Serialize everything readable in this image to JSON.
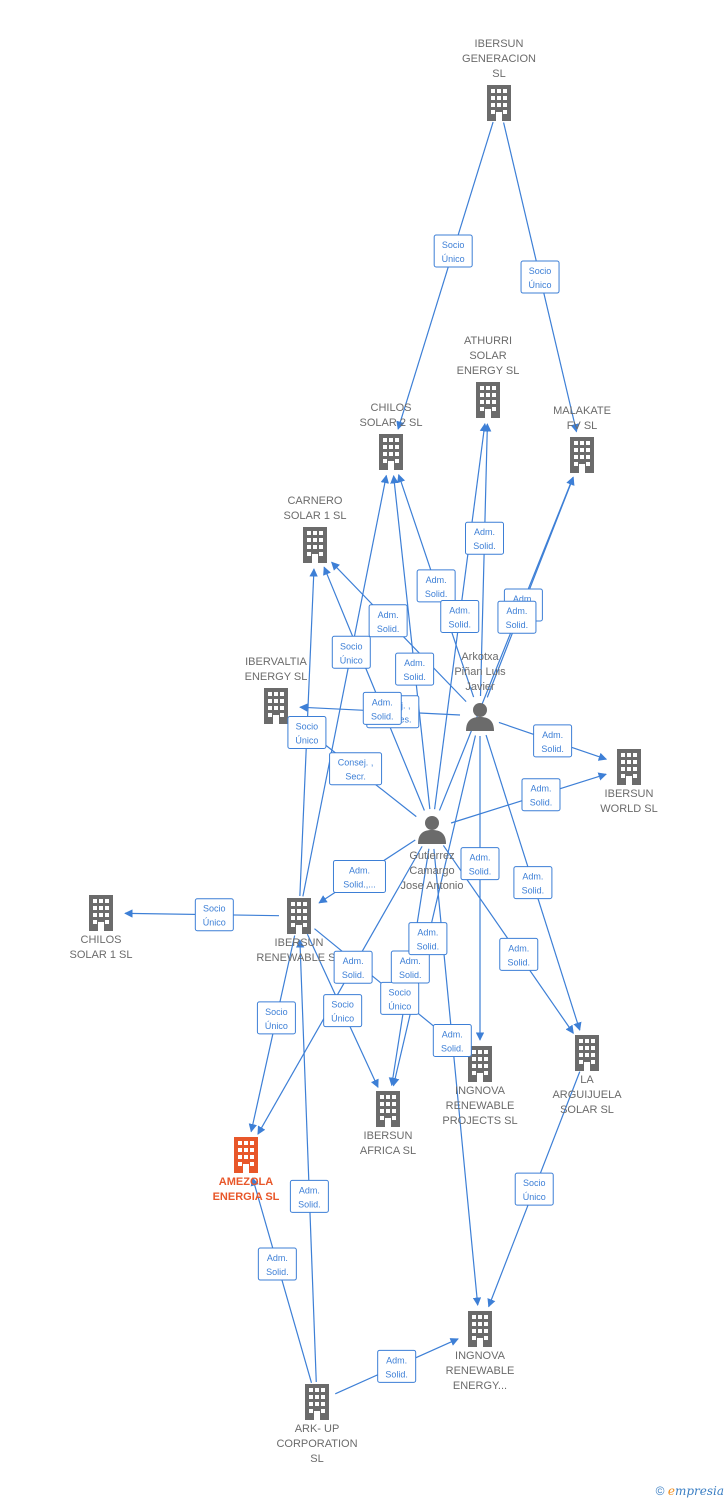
{
  "colors": {
    "edge": "#3d7fd6",
    "node": "#6b6b6b",
    "main": "#e8572a"
  },
  "nodes": [
    {
      "id": "ibersun_gen",
      "type": "company",
      "label": [
        "IBERSUN",
        "GENERACION",
        "SL"
      ]
    },
    {
      "id": "athurri",
      "type": "company",
      "label": [
        "ATHURRI",
        "SOLAR",
        "ENERGY  SL"
      ]
    },
    {
      "id": "chilos2",
      "type": "company",
      "label": [
        "CHILOS",
        "SOLAR 2  SL"
      ]
    },
    {
      "id": "malakate",
      "type": "company",
      "label": [
        "MALAKATE",
        "FV  SL"
      ]
    },
    {
      "id": "carnero",
      "type": "company",
      "label": [
        "CARNERO",
        "SOLAR 1  SL"
      ]
    },
    {
      "id": "ibervaltia",
      "type": "company",
      "label": [
        "IBERVALTIA",
        "ENERGY  SL"
      ]
    },
    {
      "id": "arkotxa",
      "type": "person",
      "label": [
        "Arkotxa",
        "Piñan Luis",
        "Javier"
      ]
    },
    {
      "id": "ibersun_world",
      "type": "company",
      "label": [
        "IBERSUN",
        "WORLD  SL"
      ]
    },
    {
      "id": "gutierrez",
      "type": "person",
      "label": [
        "Gutierrez",
        "Camargo",
        "Jose Antonio"
      ]
    },
    {
      "id": "chilos1",
      "type": "company",
      "label": [
        "CHILOS",
        "SOLAR 1  SL"
      ]
    },
    {
      "id": "ibersun_ren",
      "type": "company",
      "label": [
        "IBERSUN",
        "RENEWABLE  SL"
      ]
    },
    {
      "id": "ingnova_proj",
      "type": "company",
      "label": [
        "INGNOVA",
        "RENEWABLE",
        "PROJECTS  SL"
      ]
    },
    {
      "id": "arguijuela",
      "type": "company",
      "label": [
        "LA",
        "ARGUIJUELA",
        "SOLAR  SL"
      ]
    },
    {
      "id": "ibersun_africa",
      "type": "company",
      "label": [
        "IBERSUN",
        "AFRICA  SL"
      ]
    },
    {
      "id": "amezola",
      "type": "company",
      "main": true,
      "label": [
        "AMEZOLA",
        "ENERGIA  SL"
      ]
    },
    {
      "id": "ingnova_energy",
      "type": "company",
      "label": [
        "INGNOVA",
        "RENEWABLE",
        "ENERGY..."
      ]
    },
    {
      "id": "arkup",
      "type": "company",
      "label": [
        "ARK- UP",
        "CORPORATION",
        "SL"
      ]
    }
  ],
  "edges": [
    {
      "from": "ibersun_gen",
      "to": "chilos2",
      "label": [
        "Socio",
        "Único"
      ]
    },
    {
      "from": "ibersun_gen",
      "to": "malakate",
      "label": [
        "Socio",
        "Único"
      ]
    },
    {
      "from": "arkotxa",
      "to": "athurri",
      "label": [
        "Adm.",
        "Solid."
      ]
    },
    {
      "from": "arkotxa",
      "to": "malakate",
      "label": [
        "Adm.",
        "Solid."
      ]
    },
    {
      "from": "arkotxa",
      "to": "chilos2",
      "label": [
        "Adm.",
        "Solid."
      ]
    },
    {
      "from": "arkotxa",
      "to": "carnero",
      "label": [
        "Adm.",
        "Solid."
      ]
    },
    {
      "from": "arkotxa",
      "to": "ibervaltia",
      "label": [
        "Consej. ,",
        "Vicepres."
      ]
    },
    {
      "from": "arkotxa",
      "to": "ibersun_world",
      "label": [
        "Adm.",
        "Solid."
      ]
    },
    {
      "from": "gutierrez",
      "to": "ibersun_world",
      "label": [
        "Adm.",
        "Solid."
      ]
    },
    {
      "from": "gutierrez",
      "to": "chilos2",
      "label": [
        "Adm.",
        "Solid."
      ]
    },
    {
      "from": "gutierrez",
      "to": "athurri",
      "label": [
        "Adm.",
        "Solid."
      ]
    },
    {
      "from": "gutierrez",
      "to": "malakate",
      "label": [
        "Adm.",
        "Solid."
      ]
    },
    {
      "from": "gutierrez",
      "to": "carnero",
      "label": [
        "Adm.",
        "Solid."
      ]
    },
    {
      "from": "gutierrez",
      "to": "ibervaltia",
      "label": [
        "Consej. ,",
        "Secr."
      ]
    },
    {
      "from": "gutierrez",
      "to": "ibersun_ren",
      "label": [
        "Adm.",
        "Solid.,..."
      ]
    },
    {
      "from": "ibersun_ren",
      "to": "chilos1",
      "label": [
        "Socio",
        "Único"
      ]
    },
    {
      "from": "ibersun_ren",
      "to": "carnero",
      "label": [
        "Socio",
        "Único"
      ]
    },
    {
      "from": "ibersun_ren",
      "to": "chilos2",
      "label": [
        "Socio",
        "Único"
      ]
    },
    {
      "from": "ibersun_ren",
      "to": "amezola",
      "label": [
        "Socio",
        "Único"
      ]
    },
    {
      "from": "ibersun_ren",
      "to": "ibersun_africa",
      "label": [
        "Socio",
        "Único"
      ]
    },
    {
      "from": "ibersun_ren",
      "to": "ingnova_proj",
      "label": [
        "Socio",
        "Único"
      ]
    },
    {
      "from": "gutierrez",
      "to": "amezola",
      "label": [
        "Adm.",
        "Solid."
      ]
    },
    {
      "from": "gutierrez",
      "to": "ibersun_africa",
      "label": [
        "Adm.",
        "Solid."
      ]
    },
    {
      "from": "arkotxa",
      "to": "ibersun_africa",
      "label": [
        "Adm.",
        "Solid."
      ]
    },
    {
      "from": "arkotxa",
      "to": "ingnova_proj",
      "label": [
        "Adm.",
        "Solid."
      ]
    },
    {
      "from": "arkotxa",
      "to": "arguijuela",
      "label": [
        "Adm.",
        "Solid."
      ]
    },
    {
      "from": "gutierrez",
      "to": "arguijuela",
      "label": [
        "Adm.",
        "Solid."
      ]
    },
    {
      "from": "gutierrez",
      "to": "ingnova_energy",
      "label": [
        "Adm.",
        "Solid."
      ]
    },
    {
      "from": "arguijuela",
      "to": "ingnova_energy",
      "label": [
        "Socio",
        "Único"
      ]
    },
    {
      "from": "arkup",
      "to": "amezola",
      "label": [
        "Adm.",
        "Solid."
      ]
    },
    {
      "from": "arkup",
      "to": "ibersun_ren",
      "label": [
        "Adm.",
        "Solid."
      ]
    },
    {
      "from": "arkup",
      "to": "ingnova_energy",
      "label": [
        "Adm.",
        "Solid."
      ]
    }
  ],
  "footer": {
    "copyright": "©",
    "brand_first": "e",
    "brand_rest": "mpresia"
  }
}
